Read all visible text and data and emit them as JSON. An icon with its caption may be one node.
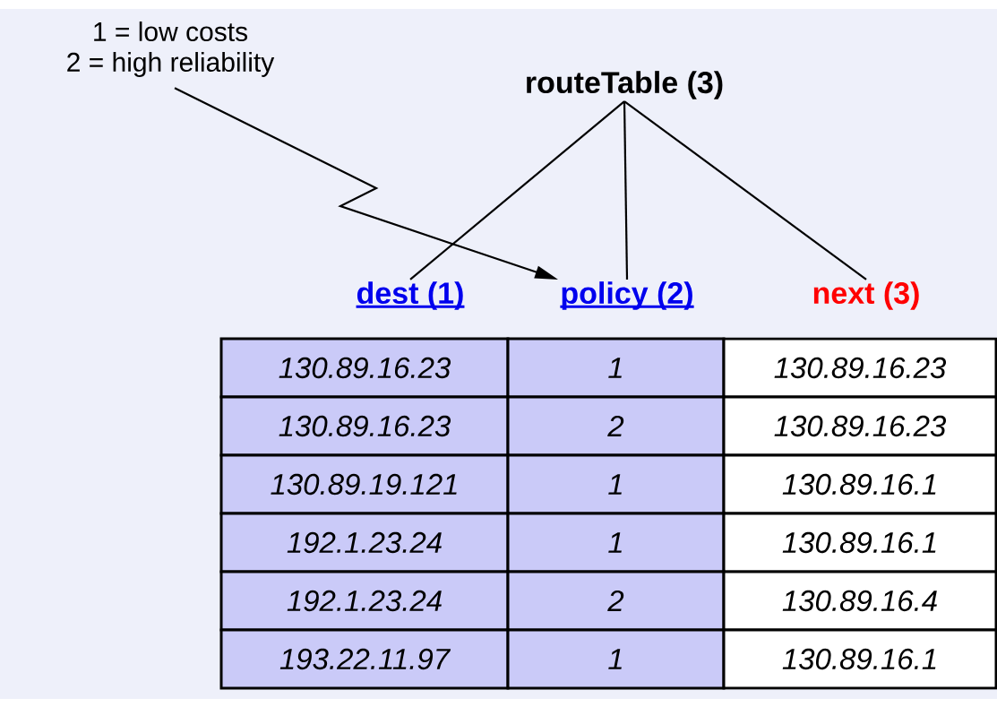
{
  "diagram": {
    "nodes": [
      {
        "text": [
          "1 = low costs",
          "2 = high reliability"
        ]
      },
      {
        "text": [
          "routeTable (3)"
        ]
      },
      {
        "text": [
          "dest (1)"
        ]
      },
      {
        "text": [
          "policy (2)"
        ]
      },
      {
        "text": [
          "next (3)"
        ]
      }
    ],
    "edges": [
      {
        "from": 0,
        "to": 3,
        "arrow": "to"
      },
      {
        "from": 1,
        "to": 2,
        "arrow": "none"
      },
      {
        "from": 1,
        "to": 3,
        "arrow": "none"
      },
      {
        "from": 1,
        "to": 4,
        "arrow": "none"
      }
    ],
    "labels": [
      "130.89.16.23",
      "1",
      "130.89.16.23",
      "130.89.16.23",
      "2",
      "130.89.16.23",
      "130.89.19.121",
      "1",
      "130.89.16.1",
      "192.1.23.24",
      "1",
      "130.89.16.1",
      "192.1.23.24",
      "2",
      "130.89.16.4",
      "193.22.11.97",
      "1",
      "130.89.16.1"
    ]
  }
}
